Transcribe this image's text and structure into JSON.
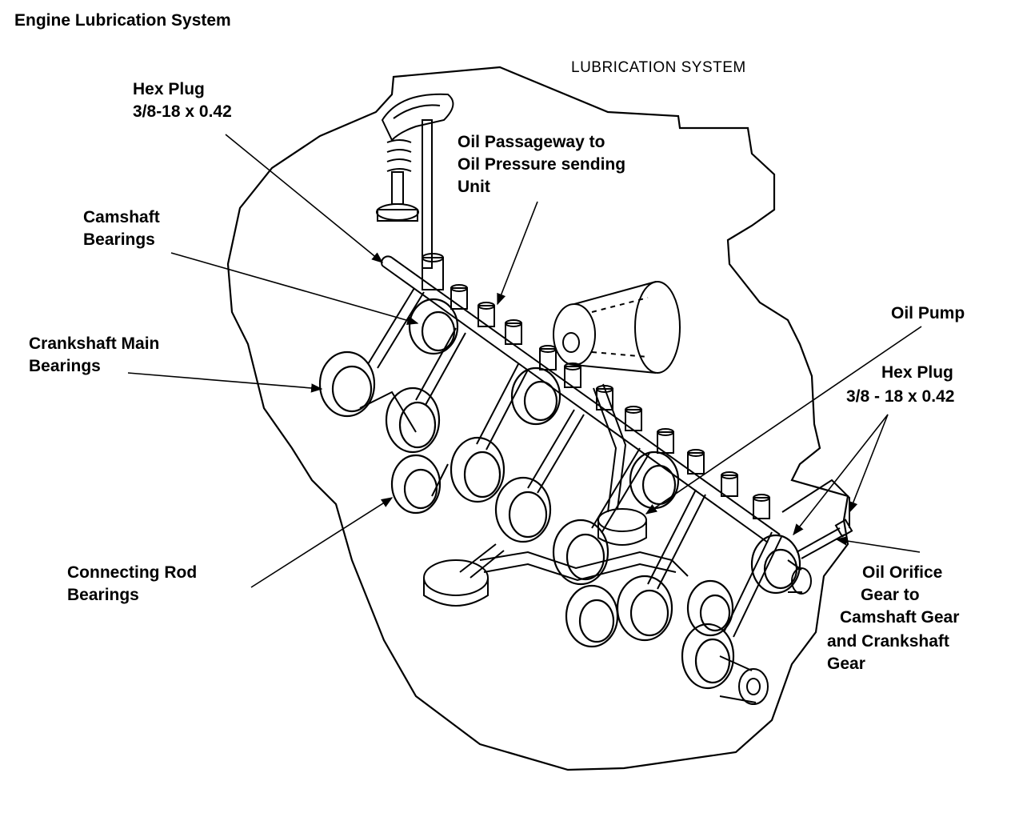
{
  "title": "Engine Lubrication System",
  "figure_caption": "LUBRICATION SYSTEM",
  "colors": {
    "ink": "#000000",
    "paper": "#ffffff"
  },
  "labels": {
    "hex_plug_top": {
      "line1": "Hex Plug",
      "line2": "3/8-18 x 0.42"
    },
    "oil_passageway": {
      "line1": "Oil Passageway to",
      "line2": "Oil Pressure sending",
      "line3": "Unit"
    },
    "camshaft_bearings": {
      "line1": "Camshaft",
      "line2": "Bearings"
    },
    "crankshaft_main_bearings": {
      "line1": "Crankshaft Main",
      "line2": "Bearings"
    },
    "oil_pump": {
      "line1": "Oil Pump"
    },
    "hex_plug_right": {
      "line1": "Hex Plug",
      "line2": "3/8 - 18 x 0.42"
    },
    "connecting_rod_bearings": {
      "line1": "Connecting Rod",
      "line2": "Bearings"
    },
    "oil_orifice": {
      "line1": "Oil Orifice",
      "line2": "Gear to",
      "line3": "Camshaft Gear",
      "line4": "and Crankshaft",
      "line5": "Gear"
    }
  }
}
